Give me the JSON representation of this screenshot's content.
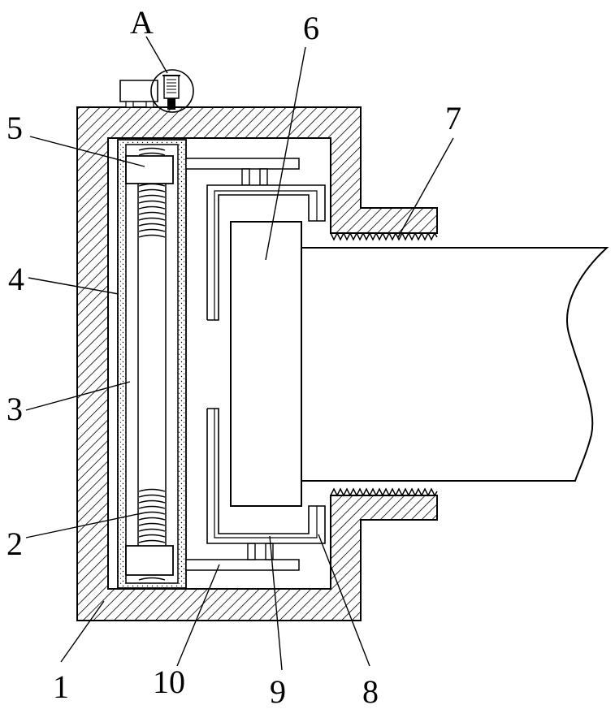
{
  "labels": {
    "l1": "1",
    "l2": "2",
    "l3": "3",
    "l4": "4",
    "l5": "5",
    "l6": "6",
    "l7": "7",
    "l8": "8",
    "l9": "9",
    "l10": "10",
    "detailA": "A"
  },
  "colors": {
    "stroke": "#000000",
    "background": "#ffffff"
  }
}
